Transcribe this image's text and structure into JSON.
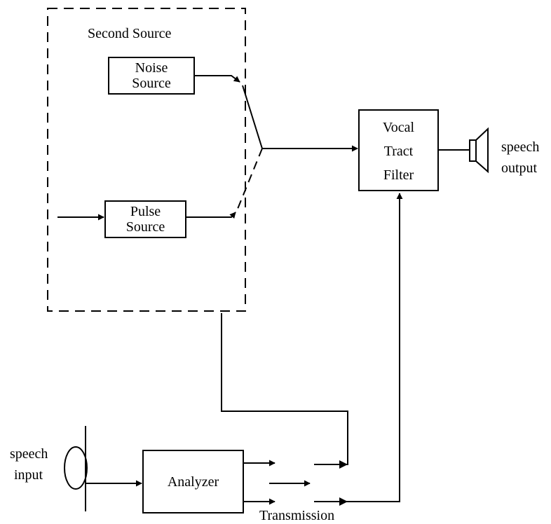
{
  "region": {
    "label": "Second Source"
  },
  "blocks": {
    "noise_source": {
      "line1": "Noise",
      "line2": "Source"
    },
    "pulse_source": {
      "line1": "Pulse",
      "line2": "Source"
    },
    "vocal_tract_filter": {
      "line1": "Vocal",
      "line2": "Tract",
      "line3": "Filter"
    },
    "analyzer": {
      "label": "Analyzer"
    }
  },
  "io": {
    "speech_output": {
      "line1": "speech",
      "line2": "output"
    },
    "speech_input": {
      "line1": "speech",
      "line2": "input"
    }
  },
  "channel": {
    "label": "Transmission"
  }
}
